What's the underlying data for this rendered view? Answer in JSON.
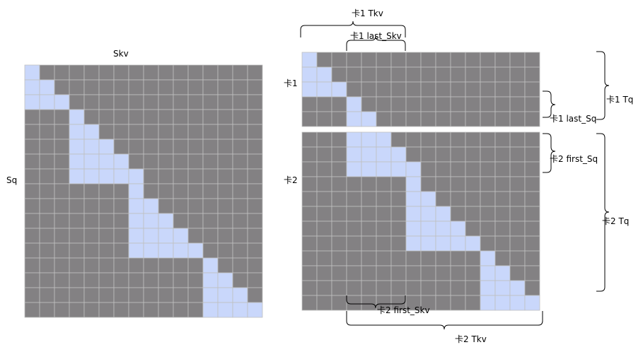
{
  "left_matrix": {
    "x_label": "Skv",
    "y_label": "Sq",
    "size": 16,
    "light_cells": [
      [
        0
      ],
      [
        0,
        1
      ],
      [
        0,
        1,
        2
      ],
      [
        3
      ],
      [
        3,
        4
      ],
      [
        3,
        4,
        5
      ],
      [
        3,
        4,
        5,
        6
      ],
      [
        3,
        4,
        5,
        6,
        7
      ],
      [
        7
      ],
      [
        7,
        8
      ],
      [
        7,
        8,
        9
      ],
      [
        7,
        8,
        9,
        10
      ],
      [
        7,
        8,
        9,
        10,
        11
      ],
      [
        12
      ],
      [
        12,
        13
      ],
      [
        12,
        13,
        14
      ],
      [
        12,
        13,
        14,
        15
      ]
    ]
  },
  "right_matrix": {
    "cols": 16,
    "card1": {
      "label": "卡1",
      "rows": [
        [
          0
        ],
        [
          0,
          1
        ],
        [
          0,
          1,
          2
        ],
        [
          3
        ],
        [
          3,
          4
        ]
      ]
    },
    "card2": {
      "label": "卡2",
      "rows": [
        [
          3,
          4,
          5
        ],
        [
          3,
          4,
          5,
          6
        ],
        [
          3,
          4,
          5,
          6,
          7
        ],
        [
          7
        ],
        [
          7,
          8
        ],
        [
          7,
          8,
          9
        ],
        [
          7,
          8,
          9,
          10
        ],
        [
          7,
          8,
          9,
          10,
          11
        ],
        [
          12
        ],
        [
          12,
          13
        ],
        [
          12,
          13,
          14
        ],
        [
          12,
          13,
          14,
          15
        ]
      ]
    }
  },
  "annotations": {
    "card1_tkv": "卡1 Tkv",
    "card1_last_skv": "卡1 last_Skv",
    "card1_tq": "卡1 Tq",
    "card1_last_sq": "卡1 last_Sq",
    "card2_first_sq": "卡2 first_Sq",
    "card2_tq": "卡2 Tq",
    "card2_first_skv": "卡2  first_Skv",
    "card2_tkv": "卡2 Tkv"
  },
  "colors": {
    "masked": "#838183",
    "attended": "#c9d7fb",
    "grid_line": "#c0c0c0"
  }
}
